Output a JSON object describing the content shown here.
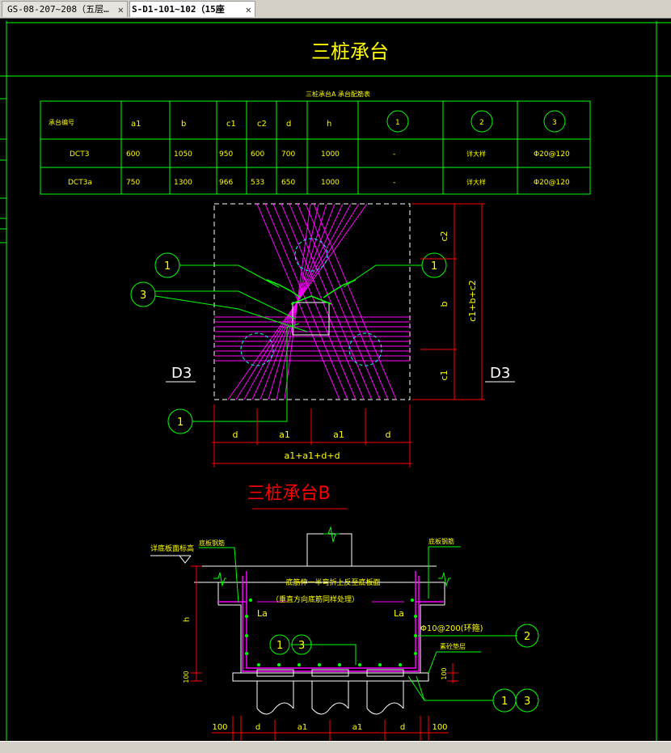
{
  "tabs": [
    {
      "label": "GS-08-207~208（五层…",
      "close": "✕"
    },
    {
      "label": "S-D1-101~102（15座",
      "close": "✕"
    }
  ],
  "drawing": {
    "title": "三桩承台",
    "table_caption": "三桩承台A 承台配筋表",
    "table_headers": [
      "承台编号",
      "a1",
      "b",
      "c1",
      "c2",
      "d",
      "h",
      "1",
      "2",
      "3"
    ],
    "table_rows": [
      [
        "DCT3",
        "600",
        "1050",
        "950",
        "600",
        "700",
        "1000",
        "-",
        "详大样",
        "Φ20@120"
      ],
      [
        "DCT3a",
        "750",
        "1300",
        "966",
        "533",
        "650",
        "1000",
        "-",
        "详大样",
        "Φ20@120"
      ]
    ],
    "plan": {
      "label_left": "D3",
      "label_right": "D3",
      "callout_1": "1",
      "callout_3": "3",
      "dim_c2": "c2",
      "dim_b": "b",
      "dim_c1": "c1",
      "dim_total_v": "c1+b+c2",
      "dim_d": "d",
      "dim_a1": "a1",
      "dim_total_h": "a1+a1+d+d"
    },
    "section": {
      "title": "三桩承台B",
      "note_level": "详底板面标高",
      "note_rebar_left": "底板钢筋",
      "note_rebar_right": "底板钢筋",
      "note_bend_1": "底筋伸一半弯折上反至底板面",
      "note_bend_2": "（垂直方向底筋同样处理）",
      "la_left": "La",
      "la_right": "La",
      "stirrup": "Φ10@200(环箍)",
      "cushion": "素砼垫层",
      "dim_h": "h",
      "dim_100": "100",
      "dim_d": "d",
      "dim_a1": "a1",
      "callout_2": "2",
      "callout_1": "1",
      "callout_3": "3"
    }
  },
  "colors": {
    "green": "#00ff00",
    "magenta": "#ff00ff",
    "red": "#ff0000",
    "yellow": "#ffff00",
    "cyan": "#00ffff",
    "white": "#ffffff"
  }
}
